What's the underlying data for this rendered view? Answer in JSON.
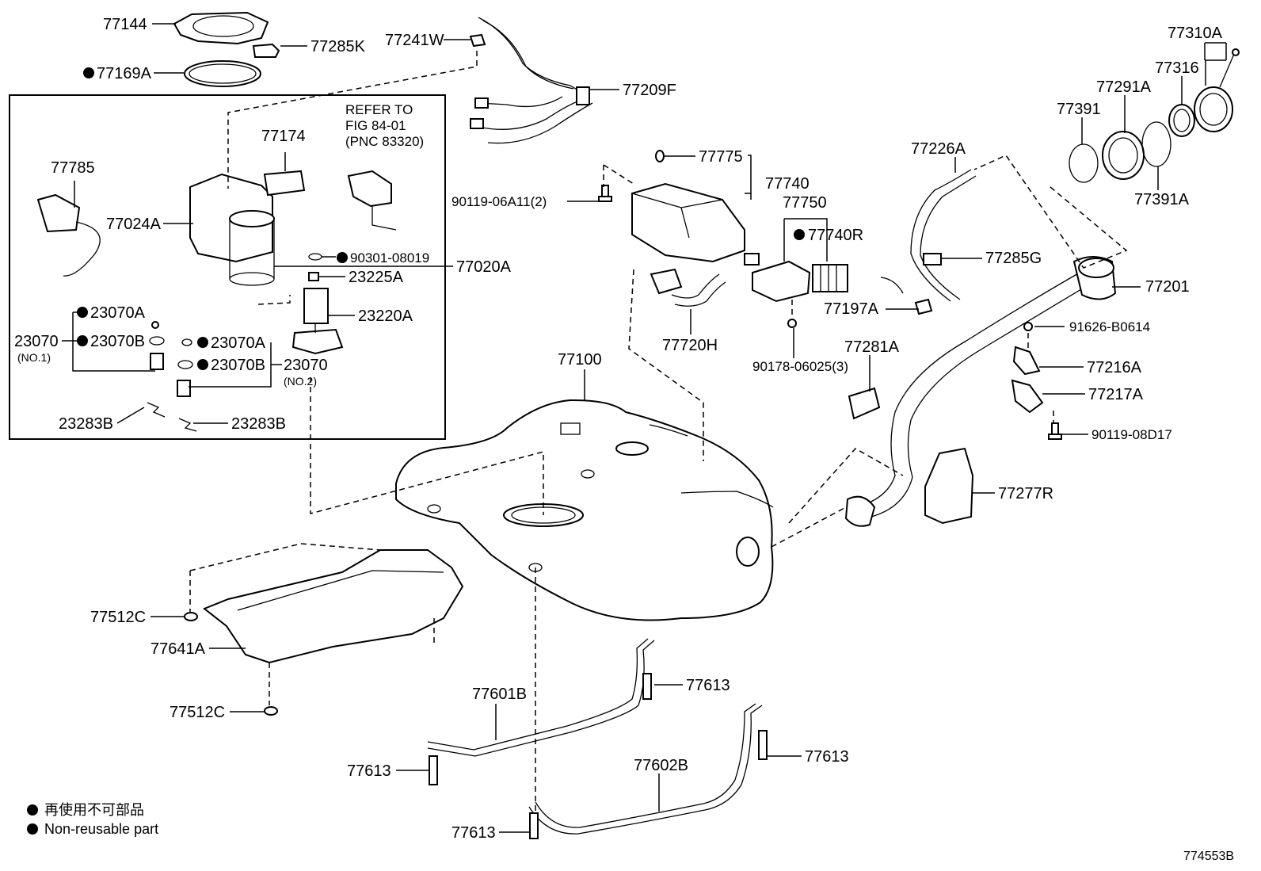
{
  "labels": {
    "p77144": "77144",
    "p77285K": "77285K",
    "p77169A": "77169A",
    "p77241W": "77241W",
    "p77209F": "77209F",
    "p77310A": "77310A",
    "p77316": "77316",
    "p77291A": "77291A",
    "p77391": "77391",
    "p77391A": "77391A",
    "p77226A": "77226A",
    "p77285G": "77285G",
    "p77201": "77201",
    "p77197A": "77197A",
    "p91626": "91626-B0614",
    "p77216A": "77216A",
    "p77217A": "77217A",
    "p90119_08D17": "90119-08D17",
    "p77281A": "77281A",
    "p77277R": "77277R",
    "p77775": "77775",
    "p77740": "77740",
    "p77750": "77750",
    "p77740R": "77740R",
    "p90119_06A11": "90119-06A11(2)",
    "p77720H": "77720H",
    "p90178": "90178-06025(3)",
    "p77174": "77174",
    "p77785": "77785",
    "p77024A": "77024A",
    "p90301": "90301-08019",
    "p77020A": "77020A",
    "p23225A": "23225A",
    "p23220A": "23220A",
    "p23070A_1": "23070A",
    "p23070B_1": "23070B",
    "p23070_1": "23070",
    "p23070_1_sub": "(NO.1)",
    "p23070A_2": "23070A",
    "p23070B_2": "23070B",
    "p23070_2": "23070",
    "p23070_2_sub": "(NO.2)",
    "p23283B_1": "23283B",
    "p23283B_2": "23283B",
    "p77100": "77100",
    "p77512C_1": "77512C",
    "p77641A": "77641A",
    "p77512C_2": "77512C",
    "p77601B": "77601B",
    "p77613_1": "77613",
    "p77613_2": "77613",
    "p77613_3": "77613",
    "p77613_4": "77613",
    "p77602B": "77602B",
    "refer1": "REFER TO",
    "refer2": "FIG 84-01",
    "refer3": "(PNC 83320)"
  },
  "legend": {
    "line1": "再使用不可部品",
    "line2": "Non-reusable part"
  },
  "figure_number": "774553B"
}
